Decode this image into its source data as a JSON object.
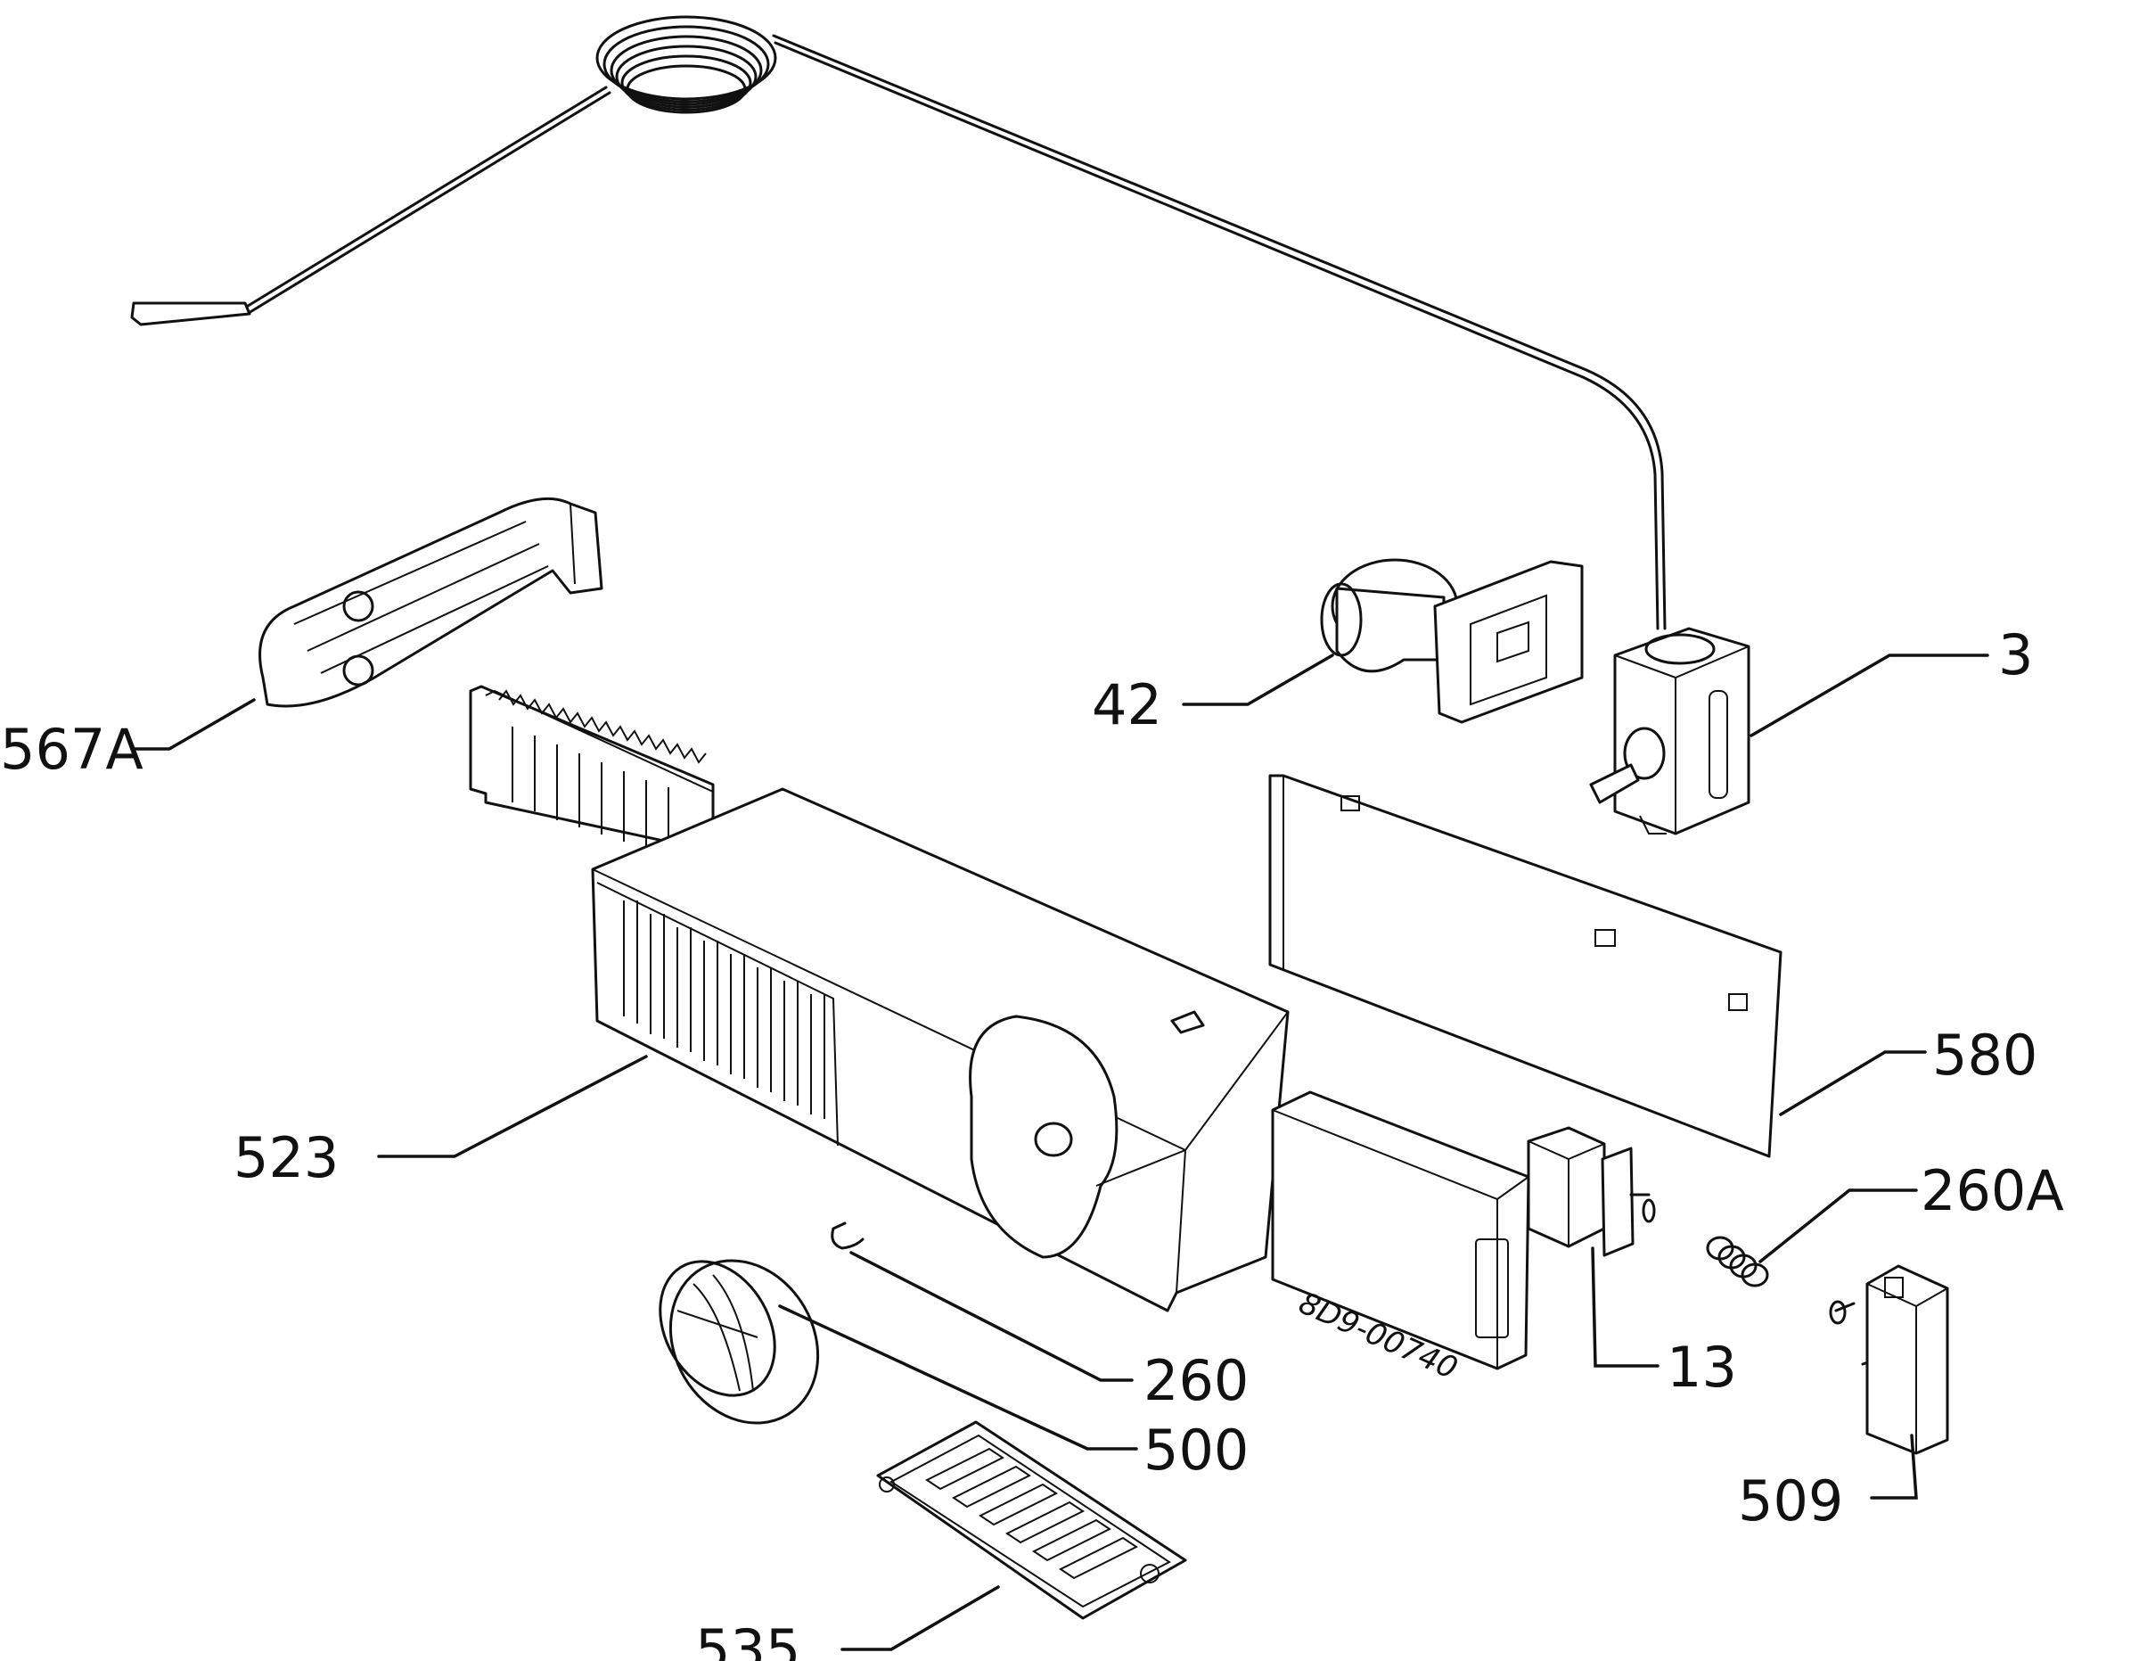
{
  "diagram": {
    "drawing_code": "8D9-00740",
    "part_labels": {
      "p3": "3",
      "p42": "42",
      "p567A": "567A",
      "p580": "580",
      "p260A": "260A",
      "p523": "523",
      "p13": "13",
      "p260": "260",
      "p500": "500",
      "p509": "509",
      "p535": "535"
    }
  }
}
